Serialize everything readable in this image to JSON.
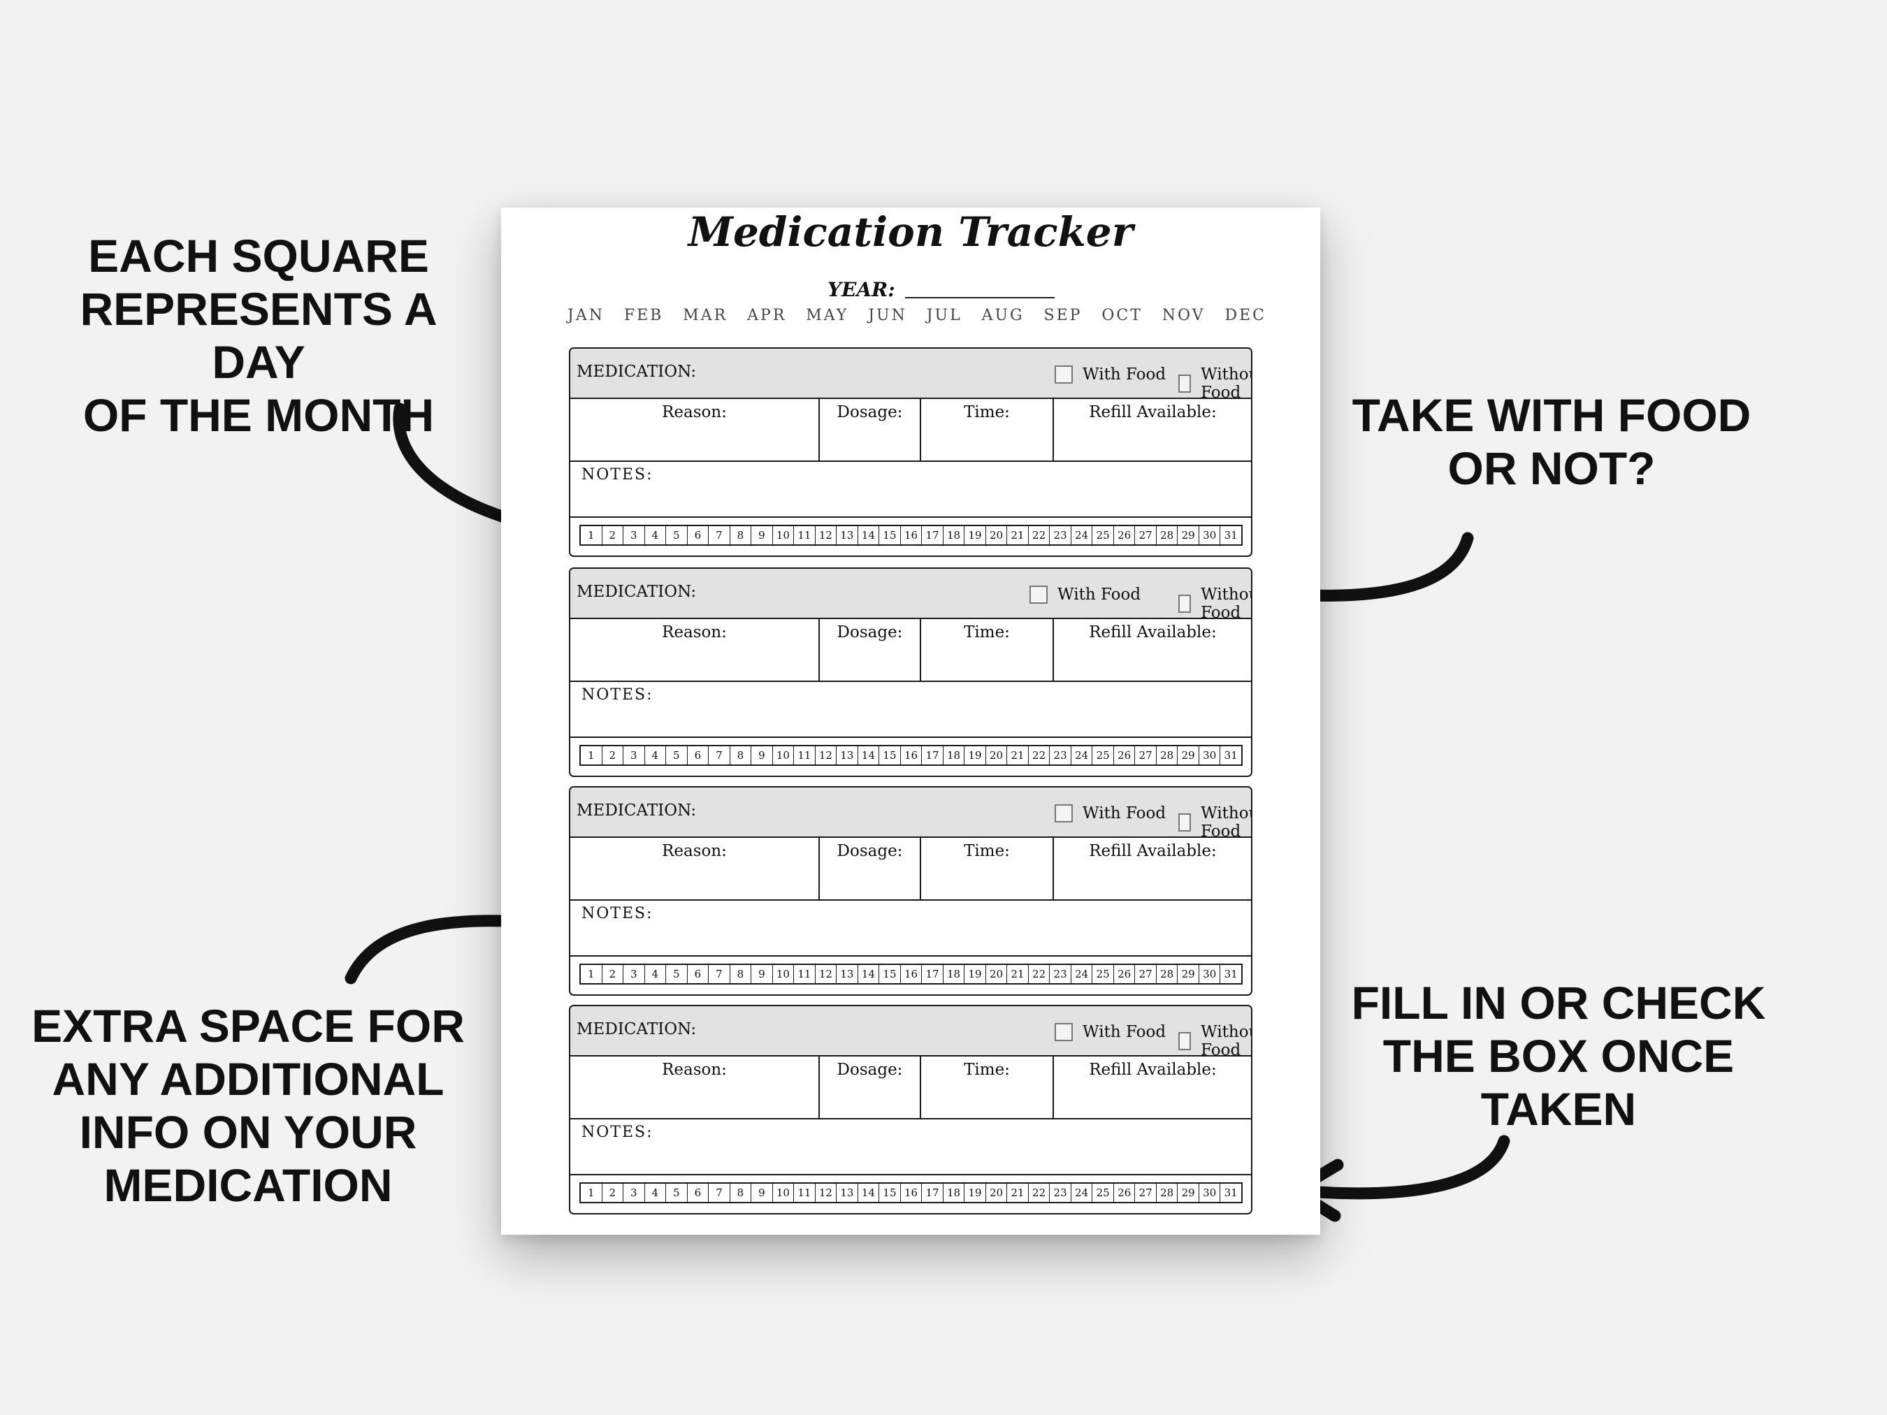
{
  "callouts": {
    "each_square": "EACH SQUARE\nREPRESENTS A DAY\nOF THE MONTH",
    "take_with_food": "TAKE WITH FOOD\nOR NOT?",
    "extra_space": "EXTRA SPACE FOR\nANY ADDITIONAL\nINFO ON YOUR\nMEDICATION",
    "fill_in": "FILL IN OR CHECK\nTHE BOX ONCE\nTAKEN"
  },
  "tracker": {
    "title": "Medication Tracker",
    "year_label": "YEAR:",
    "months": [
      "JAN",
      "FEB",
      "MAR",
      "APR",
      "MAY",
      "JUN",
      "JUL",
      "AUG",
      "SEP",
      "OCT",
      "NOV",
      "DEC"
    ],
    "block": {
      "medication_label": "MEDICATION:",
      "with_food": "With Food",
      "without_food": "Without Food",
      "reason": "Reason:",
      "dosage": "Dosage:",
      "time": "Time:",
      "refill": "Refill Available:",
      "notes": "NOTES:"
    },
    "days": [
      "1",
      "2",
      "3",
      "4",
      "5",
      "6",
      "7",
      "8",
      "9",
      "10",
      "11",
      "12",
      "13",
      "14",
      "15",
      "16",
      "17",
      "18",
      "19",
      "20",
      "21",
      "22",
      "23",
      "24",
      "25",
      "26",
      "27",
      "28",
      "29",
      "30",
      "31"
    ]
  }
}
